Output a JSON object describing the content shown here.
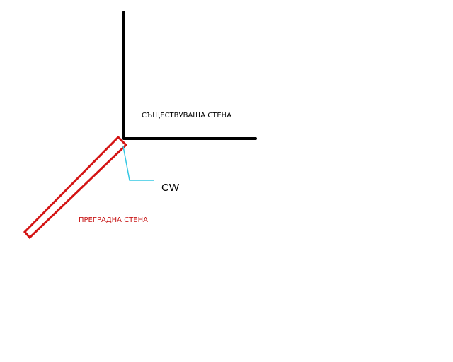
{
  "labels": {
    "existing_wall": "СЪЩЕСТВУВАЩА СТЕНА",
    "cw": "CW",
    "partition_wall": "ПРЕГРАДНА СТЕНА"
  },
  "colors": {
    "background": "#ffffff",
    "existing_wall": "#000000",
    "partition_wall": "#d41414",
    "cw_leader": "#35c8e4",
    "existing_wall_label": "#000000",
    "cw_label": "#000000",
    "partition_wall_label": "#c81818"
  }
}
